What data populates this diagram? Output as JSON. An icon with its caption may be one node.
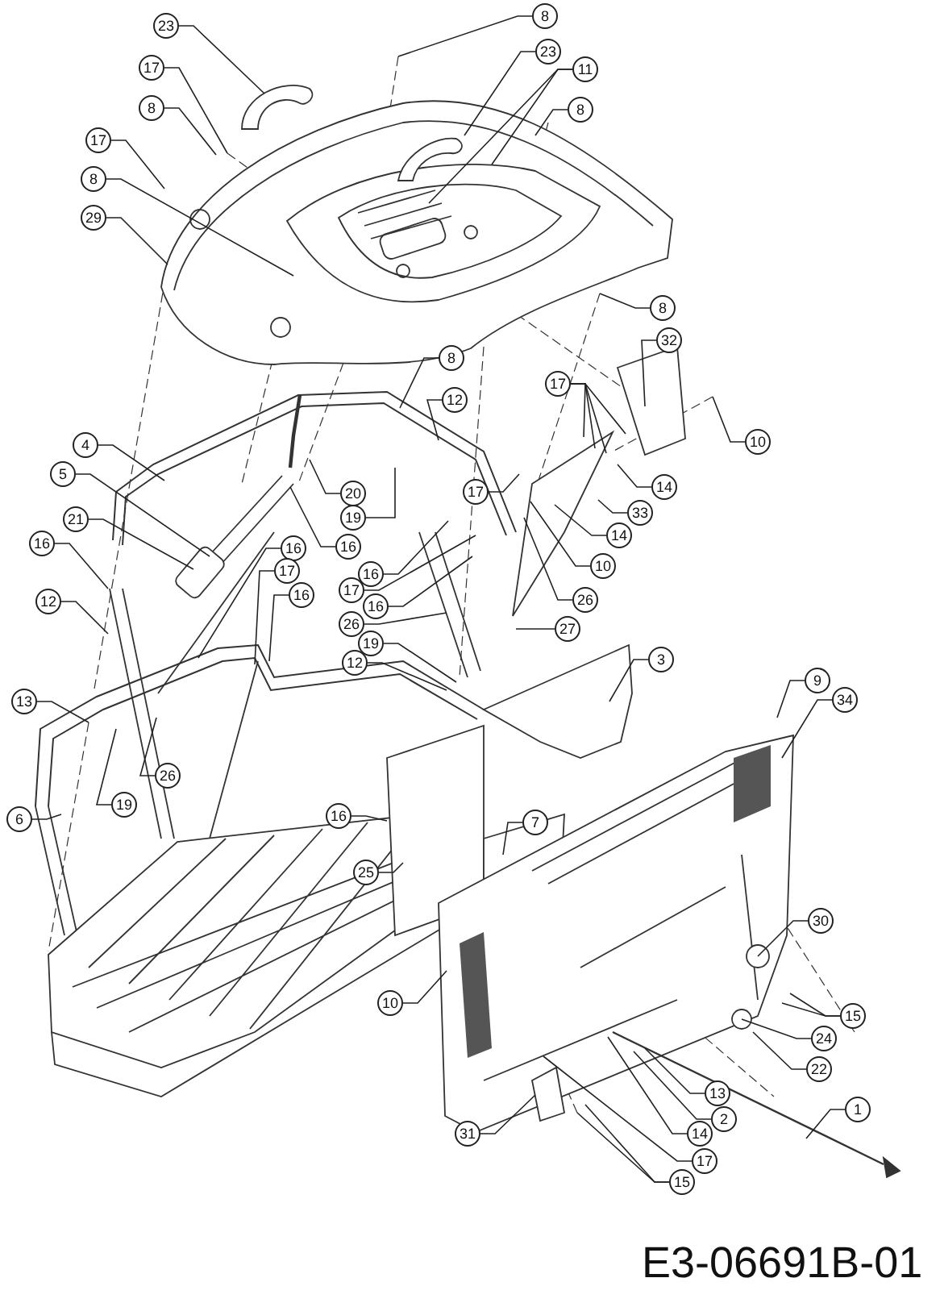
{
  "diagram": {
    "nodes": [
      {
        "text": [
          "23"
        ]
      },
      {
        "text": [
          "8"
        ]
      },
      {
        "text": [
          "23"
        ]
      },
      {
        "text": [
          "17"
        ]
      },
      {
        "text": [
          "11"
        ]
      },
      {
        "text": [
          "8"
        ]
      },
      {
        "text": [
          "8"
        ]
      },
      {
        "text": [
          "17"
        ]
      },
      {
        "text": [
          "8"
        ]
      },
      {
        "text": [
          "29"
        ]
      },
      {
        "text": [
          "8"
        ]
      },
      {
        "text": [
          "32"
        ]
      },
      {
        "text": [
          "8"
        ]
      },
      {
        "text": [
          "17"
        ]
      },
      {
        "text": [
          "12"
        ]
      },
      {
        "text": [
          "10"
        ]
      },
      {
        "text": [
          "4"
        ]
      },
      {
        "text": [
          "5"
        ]
      },
      {
        "text": [
          "14"
        ]
      },
      {
        "text": [
          "17"
        ]
      },
      {
        "text": [
          "20"
        ]
      },
      {
        "text": [
          "33"
        ]
      },
      {
        "text": [
          "19"
        ]
      },
      {
        "text": [
          "21"
        ]
      },
      {
        "text": [
          "14"
        ]
      },
      {
        "text": [
          "16"
        ]
      },
      {
        "text": [
          "16"
        ]
      },
      {
        "text": [
          "16"
        ]
      },
      {
        "text": [
          "10"
        ]
      },
      {
        "text": [
          "17"
        ]
      },
      {
        "text": [
          "16"
        ]
      },
      {
        "text": [
          "17"
        ]
      },
      {
        "text": [
          "16"
        ]
      },
      {
        "text": [
          "26"
        ]
      },
      {
        "text": [
          "12"
        ]
      },
      {
        "text": [
          "16"
        ]
      },
      {
        "text": [
          "26"
        ]
      },
      {
        "text": [
          "27"
        ]
      },
      {
        "text": [
          "19"
        ]
      },
      {
        "text": [
          "3"
        ]
      },
      {
        "text": [
          "12"
        ]
      },
      {
        "text": [
          "9"
        ]
      },
      {
        "text": [
          "34"
        ]
      },
      {
        "text": [
          "13"
        ]
      },
      {
        "text": [
          "26"
        ]
      },
      {
        "text": [
          "19"
        ]
      },
      {
        "text": [
          "16"
        ]
      },
      {
        "text": [
          "6"
        ]
      },
      {
        "text": [
          "7"
        ]
      },
      {
        "text": [
          "25"
        ]
      },
      {
        "text": [
          "30"
        ]
      },
      {
        "text": [
          "10"
        ]
      },
      {
        "text": [
          "15"
        ]
      },
      {
        "text": [
          "24"
        ]
      },
      {
        "text": [
          "22"
        ]
      },
      {
        "text": [
          "13"
        ]
      },
      {
        "text": [
          "1"
        ]
      },
      {
        "text": [
          "2"
        ]
      },
      {
        "text": [
          "14"
        ]
      },
      {
        "text": [
          "31"
        ]
      },
      {
        "text": [
          "17"
        ]
      },
      {
        "text": [
          "15"
        ]
      }
    ],
    "edges": [
      {
        "from": 0,
        "to": null,
        "arrow": "none"
      },
      {
        "from": 1,
        "to": null,
        "arrow": "none"
      },
      {
        "from": 2,
        "to": null,
        "arrow": "none"
      },
      {
        "from": 3,
        "to": null,
        "arrow": "none"
      },
      {
        "from": 4,
        "to": null,
        "arrow": "none"
      },
      {
        "from": 4,
        "to": null,
        "arrow": "none"
      },
      {
        "from": 5,
        "to": null,
        "arrow": "none"
      },
      {
        "from": 6,
        "to": null,
        "arrow": "none"
      },
      {
        "from": 7,
        "to": null,
        "arrow": "none"
      },
      {
        "from": 8,
        "to": null,
        "arrow": "none"
      },
      {
        "from": 9,
        "to": null,
        "arrow": "none"
      },
      {
        "from": 10,
        "to": null,
        "arrow": "none"
      },
      {
        "from": 11,
        "to": null,
        "arrow": "none"
      },
      {
        "from": 12,
        "to": null,
        "arrow": "none"
      },
      {
        "from": 13,
        "to": null,
        "arrow": "none"
      },
      {
        "from": 13,
        "to": null,
        "arrow": "none"
      },
      {
        "from": 13,
        "to": null,
        "arrow": "none"
      },
      {
        "from": 13,
        "to": null,
        "arrow": "none"
      },
      {
        "from": 14,
        "to": null,
        "arrow": "none"
      },
      {
        "from": 15,
        "to": null,
        "arrow": "none"
      },
      {
        "from": 16,
        "to": null,
        "arrow": "none"
      },
      {
        "from": 17,
        "to": null,
        "arrow": "none"
      },
      {
        "from": 18,
        "to": null,
        "arrow": "none"
      },
      {
        "from": 19,
        "to": null,
        "arrow": "none"
      },
      {
        "from": 20,
        "to": null,
        "arrow": "none"
      },
      {
        "from": 21,
        "to": null,
        "arrow": "none"
      },
      {
        "from": 22,
        "to": null,
        "arrow": "none"
      },
      {
        "from": 23,
        "to": null,
        "arrow": "none"
      },
      {
        "from": 24,
        "to": null,
        "arrow": "none"
      },
      {
        "from": 25,
        "to": null,
        "arrow": "none"
      },
      {
        "from": 26,
        "to": null,
        "arrow": "none"
      },
      {
        "from": 27,
        "to": null,
        "arrow": "none"
      },
      {
        "from": 28,
        "to": null,
        "arrow": "none"
      },
      {
        "from": 29,
        "to": null,
        "arrow": "none"
      },
      {
        "from": 30,
        "to": null,
        "arrow": "none"
      },
      {
        "from": 31,
        "to": null,
        "arrow": "none"
      },
      {
        "from": 32,
        "to": null,
        "arrow": "none"
      },
      {
        "from": 33,
        "to": null,
        "arrow": "none"
      },
      {
        "from": 34,
        "to": null,
        "arrow": "none"
      },
      {
        "from": 35,
        "to": null,
        "arrow": "none"
      },
      {
        "from": 36,
        "to": null,
        "arrow": "none"
      },
      {
        "from": 37,
        "to": null,
        "arrow": "none"
      },
      {
        "from": 38,
        "to": null,
        "arrow": "none"
      },
      {
        "from": 39,
        "to": null,
        "arrow": "none"
      },
      {
        "from": 40,
        "to": null,
        "arrow": "none"
      },
      {
        "from": 41,
        "to": null,
        "arrow": "none"
      },
      {
        "from": 42,
        "to": null,
        "arrow": "none"
      },
      {
        "from": 43,
        "to": null,
        "arrow": "none"
      },
      {
        "from": 44,
        "to": null,
        "arrow": "none"
      },
      {
        "from": 45,
        "to": null,
        "arrow": "none"
      },
      {
        "from": 46,
        "to": null,
        "arrow": "none"
      },
      {
        "from": 47,
        "to": null,
        "arrow": "none"
      },
      {
        "from": 48,
        "to": null,
        "arrow": "none"
      },
      {
        "from": 49,
        "to": null,
        "arrow": "none"
      },
      {
        "from": 50,
        "to": null,
        "arrow": "none"
      },
      {
        "from": 51,
        "to": null,
        "arrow": "none"
      },
      {
        "from": 52,
        "to": null,
        "arrow": "none"
      },
      {
        "from": 52,
        "to": null,
        "arrow": "none"
      },
      {
        "from": 53,
        "to": null,
        "arrow": "none"
      },
      {
        "from": 54,
        "to": null,
        "arrow": "none"
      },
      {
        "from": 55,
        "to": null,
        "arrow": "none"
      },
      {
        "from": 56,
        "to": null,
        "arrow": "none"
      },
      {
        "from": 57,
        "to": null,
        "arrow": "none"
      },
      {
        "from": 58,
        "to": null,
        "arrow": "none"
      },
      {
        "from": 59,
        "to": null,
        "arrow": "none"
      },
      {
        "from": 60,
        "to": null,
        "arrow": "none"
      },
      {
        "from": 61,
        "to": null,
        "arrow": "none"
      },
      {
        "from": 61,
        "to": null,
        "arrow": "none"
      }
    ],
    "labels": [
      "E3-06691B-01"
    ]
  }
}
